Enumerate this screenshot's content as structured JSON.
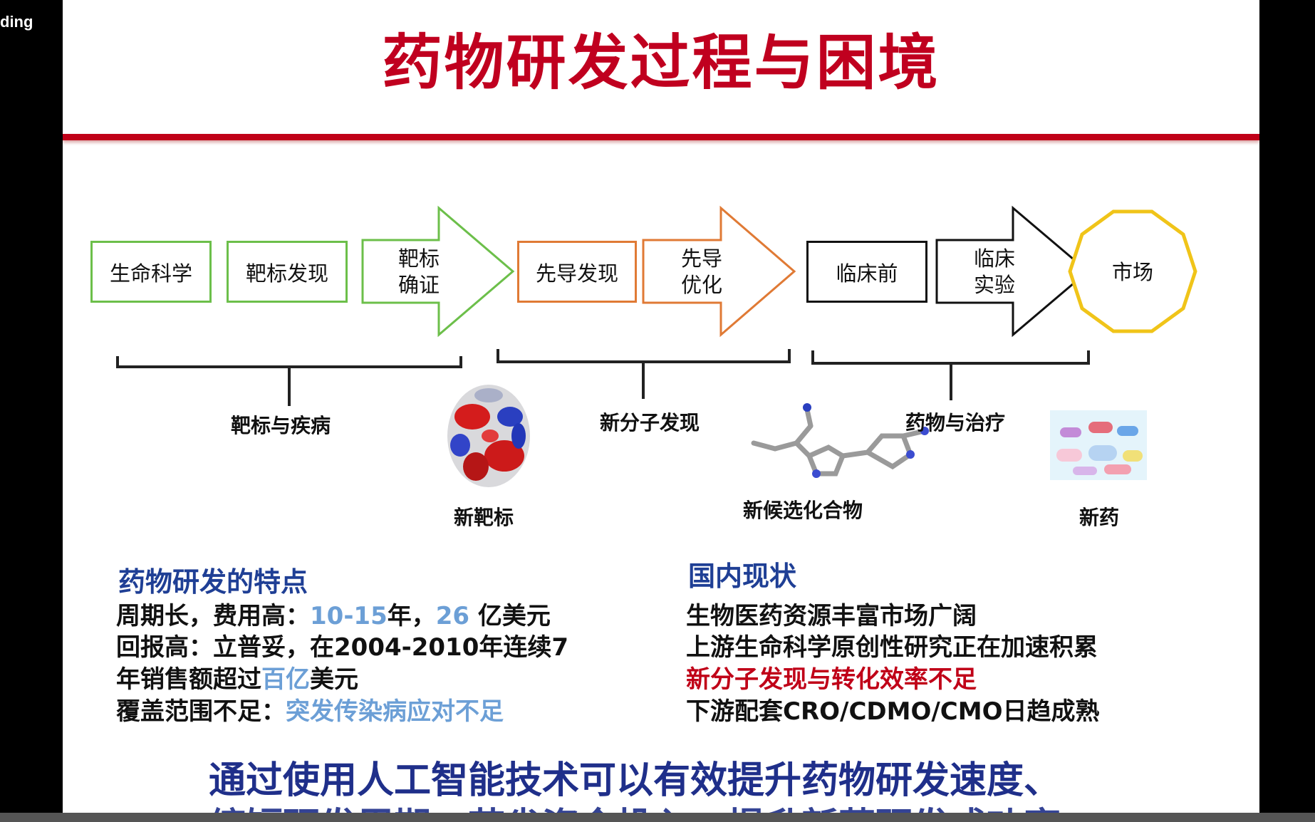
{
  "overlay_text": "ding",
  "slide": {
    "title": "药物研发过程与困境",
    "stages": {
      "life_science": "生命科学",
      "target_discovery": "靶标发现",
      "target_validation": "靶标\n确证",
      "lead_discovery": "先导发现",
      "lead_optimization": "先导\n优化",
      "preclinical": "临床前",
      "clinical_trial": "临床\n实验",
      "market": "市场"
    },
    "groups": {
      "target_disease": "靶标与疾病",
      "new_molecule": "新分子发现",
      "drug_therapy": "药物与治疗"
    },
    "images": {
      "new_target": "新靶标",
      "new_candidate": "新候选化合物",
      "new_drug": "新药"
    },
    "features": {
      "heading": "药物研发的特点",
      "l1_a": "周期长，费用高：",
      "l1_b": "10-15",
      "l1_c": "年，",
      "l1_d": "26",
      "l1_e": " 亿美元",
      "l2": "回报高：立普妥，在2004-2010年连续7",
      "l3_a": "年销售额超过",
      "l3_b": "百亿",
      "l3_c": "美元",
      "l4_a": "覆盖范围不足：",
      "l4_b": "突发传染病应对不足"
    },
    "domestic": {
      "heading": "国内现状",
      "l1": "生物医药资源丰富市场广阔",
      "l2": "上游生命科学原创性研究正在加速积累",
      "l3": "新分子发现与转化效率不足",
      "l4": "下游配套CRO/CDMO/CMO日趋成熟"
    },
    "conclusion": "通过使用人工智能技术可以有效提升药物研发速度、",
    "conclusion_cut": "缩短研发周期，节省资金投入，提升新药研发成功率"
  },
  "colors": {
    "title_red": "#c0001f",
    "green": "#6cbf4a",
    "orange": "#e07a35",
    "gold": "#f0c419",
    "navy": "#1f3f95",
    "light_blue": "#6c9fd6"
  }
}
